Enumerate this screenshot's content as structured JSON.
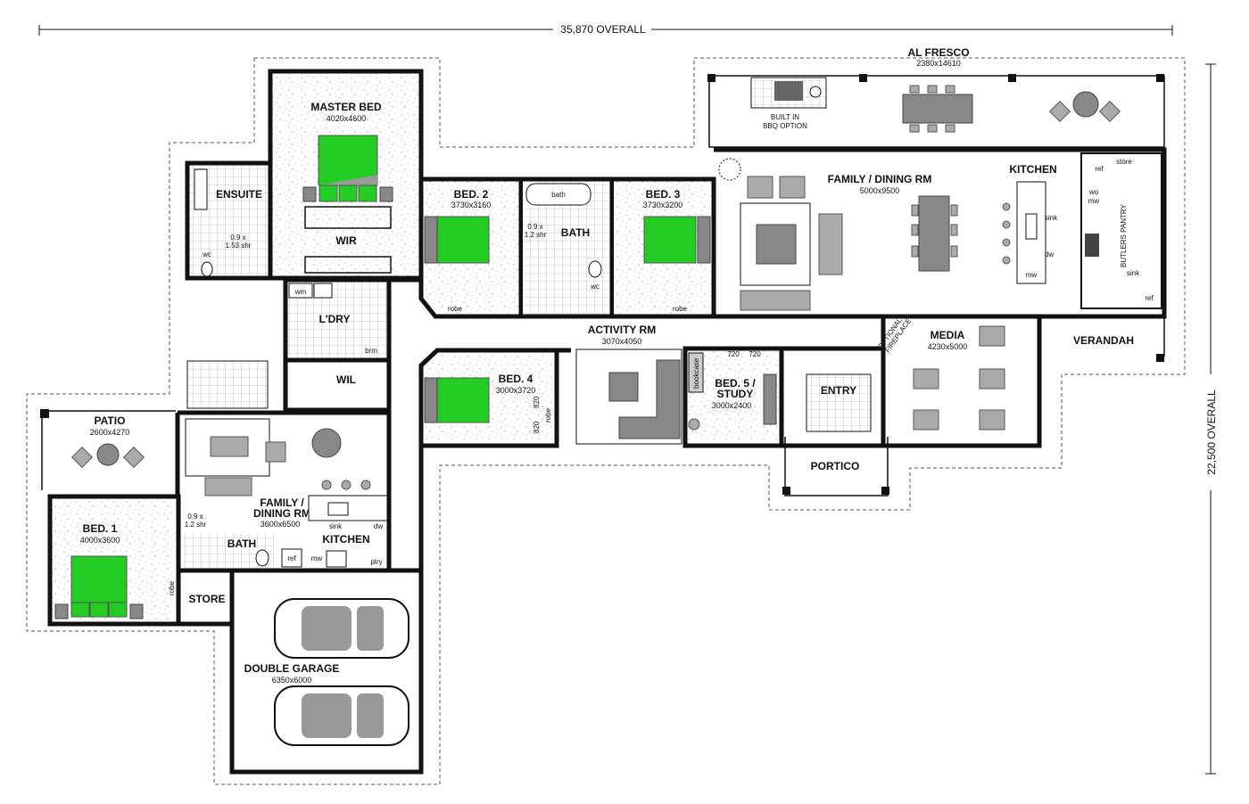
{
  "overall": {
    "width_label": "35,870 OVERALL",
    "height_label": "22,500 OVERALL"
  },
  "rooms": {
    "alfresco": {
      "name": "AL FRESCO",
      "dim": "2380x14610"
    },
    "bbq": {
      "line1": "BUILT IN",
      "line2": "BBQ OPTION"
    },
    "master": {
      "name": "MASTER BED",
      "dim": "4020x4600"
    },
    "ensuite": {
      "name": "ENSUITE",
      "shr1": "0.9 x",
      "shr2": "1.53 shr",
      "wc": "wc"
    },
    "wir": {
      "name": "WIR"
    },
    "bed2": {
      "name": "BED. 2",
      "dim": "3730x3160",
      "robe": "robe"
    },
    "bath_main": {
      "name": "BATH",
      "bath": "bath",
      "shr1": "0.9 x",
      "shr2": "1.2 shr",
      "wc": "wc"
    },
    "bed3": {
      "name": "BED. 3",
      "dim": "3730x3200",
      "robe": "robe"
    },
    "family": {
      "name": "FAMILY / DINING RM",
      "dim": "5000x9500"
    },
    "kitchen": {
      "name": "KITCHEN",
      "sink": "sink",
      "dw": "dw",
      "mw": "mw"
    },
    "pantry": {
      "name": "BUTLERS PANTRY",
      "ref1": "ref",
      "store": "store",
      "wo": "wo",
      "mw": "mw",
      "sink": "sink",
      "ref2": "ref"
    },
    "ldry": {
      "name": "L'DRY",
      "wm": "wm",
      "brm": "brm"
    },
    "wil": {
      "name": "WIL"
    },
    "activity": {
      "name": "ACTIVITY RM",
      "dim": "3070x4050"
    },
    "bed4": {
      "name": "BED. 4",
      "dim": "3000x3720",
      "robe": "robe",
      "d1": "820",
      "d2": "820"
    },
    "study": {
      "name1": "BED. 5 /",
      "name2": "STUDY",
      "dim": "3000x2400",
      "bookcase": "bookcase",
      "d1": "720",
      "d2": "720"
    },
    "entry": {
      "name": "ENTRY"
    },
    "portico": {
      "name": "PORTICO"
    },
    "fireplace": {
      "line1": "OPTIONAL",
      "line2": "FIREPLACE"
    },
    "media": {
      "name": "MEDIA",
      "dim": "4230x5000"
    },
    "verandah": {
      "name": "VERANDAH"
    },
    "patio": {
      "name": "PATIO",
      "dim": "2600x4270"
    },
    "granny_family": {
      "name1": "FAMILY /",
      "name2": "DINING RM",
      "dim": "3600x6500"
    },
    "granny_kitchen": {
      "name": "KITCHEN",
      "sink": "sink",
      "dw": "dw",
      "ref": "ref",
      "mw": "mw",
      "ptry": "ptry"
    },
    "bath2": {
      "name": "BATH",
      "shr1": "0.9 x",
      "shr2": "1.2 shr"
    },
    "bed1": {
      "name": "BED. 1",
      "dim": "4000x3600",
      "robe": "robe"
    },
    "store": {
      "name": "STORE"
    },
    "garage": {
      "name": "DOUBLE GARAGE",
      "dim": "6350x6000"
    }
  }
}
